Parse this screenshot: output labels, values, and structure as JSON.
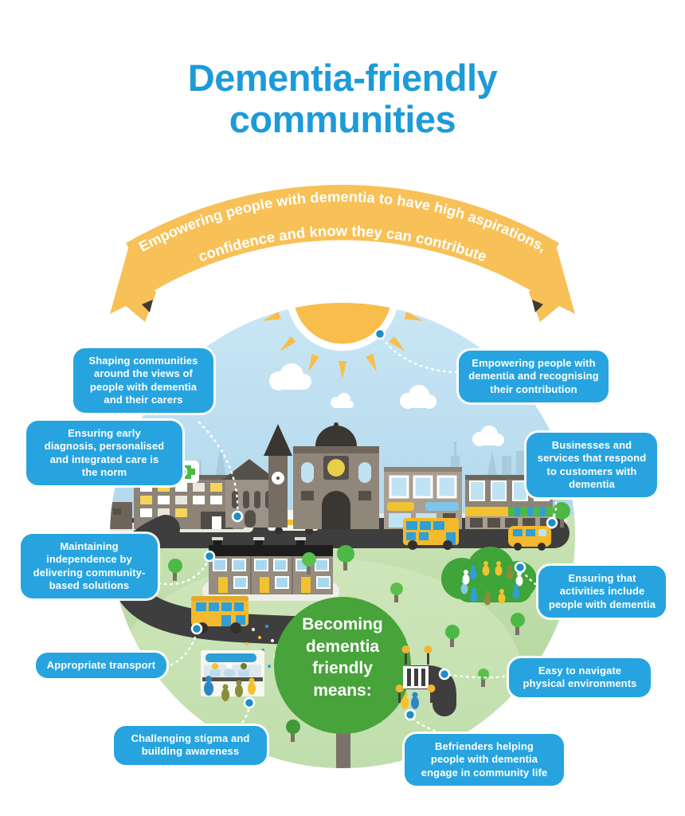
{
  "title": "Dementia-friendly\ncommunities",
  "banner": {
    "line1": "Empowering people with dementia to have high aspirations,",
    "line2": "confidence and know they can contribute"
  },
  "center": {
    "text": "Becoming\ndementia\nfriendly\nmeans:"
  },
  "callouts": [
    {
      "id": "shaping",
      "text": "Shaping communities\naround the views of\npeople with dementia\nand their carers"
    },
    {
      "id": "empowering",
      "text": "Empowering people with\ndementia and recognising\ntheir contribution"
    },
    {
      "id": "early",
      "text": "Ensuring early\ndiagnosis, personalised\nand integrated care is\nthe norm"
    },
    {
      "id": "businesses",
      "text": "Businesses and\nservices that respond\nto customers with\ndementia"
    },
    {
      "id": "maintaining",
      "text": "Maintaining\nindependence by\ndelivering community-\nbased solutions"
    },
    {
      "id": "activities",
      "text": "Ensuring that\nactivities include\npeople with dementia"
    },
    {
      "id": "transport",
      "text": "Appropriate transport"
    },
    {
      "id": "easy",
      "text": "Easy to navigate\nphysical environments"
    },
    {
      "id": "stigma",
      "text": "Challenging stigma and\nbuilding awareness"
    },
    {
      "id": "befrienders",
      "text": "Befrienders helping\npeople with dementia\nengage in community life"
    }
  ],
  "colors": {
    "title_blue": "#1d9bd8",
    "callout_blue": "#27a4df",
    "banner_yellow": "#f7c157",
    "center_green": "#47a33a",
    "grass_green": "#bedca6",
    "sky_blue": "#c2e2f2",
    "road_gray": "#3f3e3e",
    "tree_green": "#4cb845",
    "accent_yellow": "#f2c230"
  }
}
